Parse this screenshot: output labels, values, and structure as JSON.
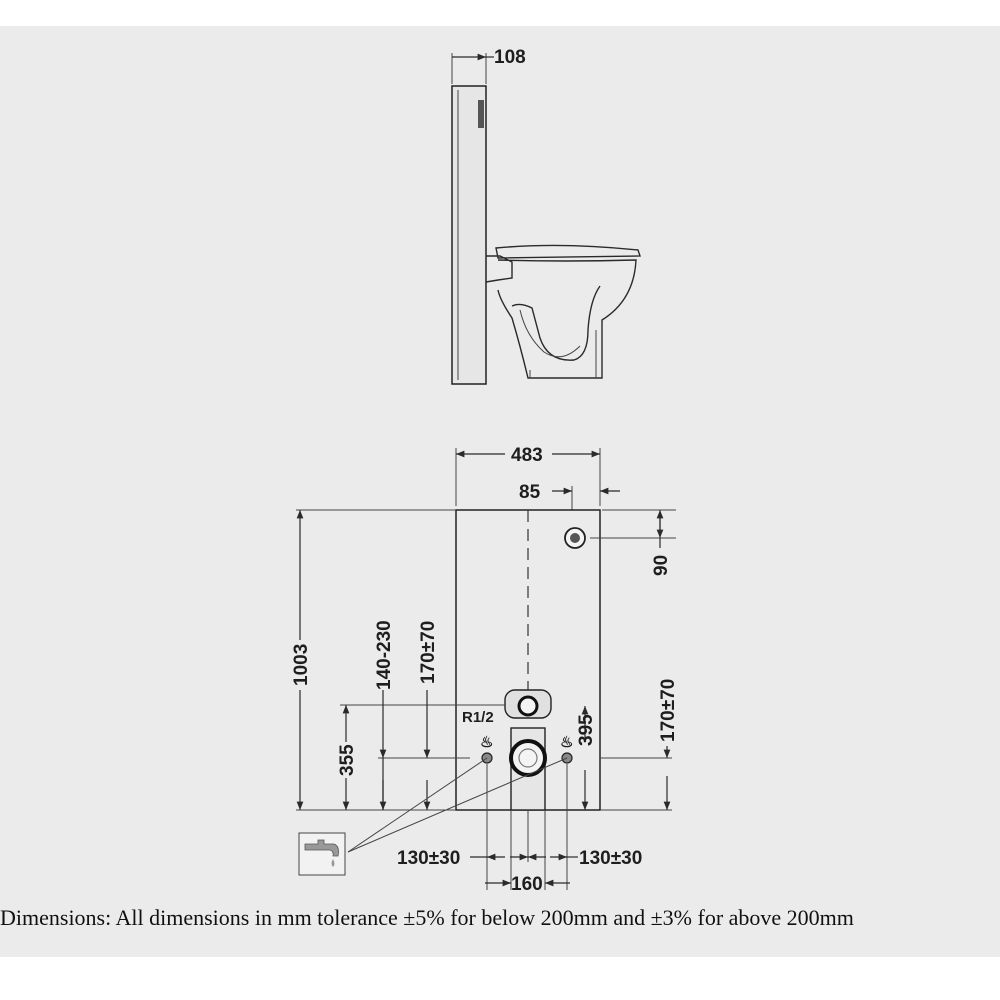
{
  "dimensions": {
    "side_depth": "108",
    "front_width": "483",
    "cistern_offset": "85",
    "top_offset": "90",
    "total_height": "1003",
    "left_range": "140-230",
    "left_pm": "170±70",
    "right_pm": "170±70",
    "outlet_height": "355",
    "inlet_height": "395",
    "thread": "R1/2",
    "left_spacing": "130±30",
    "right_spacing": "130±30",
    "center_spacing": "160"
  },
  "caption": "Dimensions: All dimensions in mm tolerance ±5% for below 200mm and ±3% for above 200mm",
  "icons": {
    "tap": "water-tap-icon",
    "hot_water_left": "water-supply-icon",
    "hot_water_right": "water-supply-icon"
  }
}
